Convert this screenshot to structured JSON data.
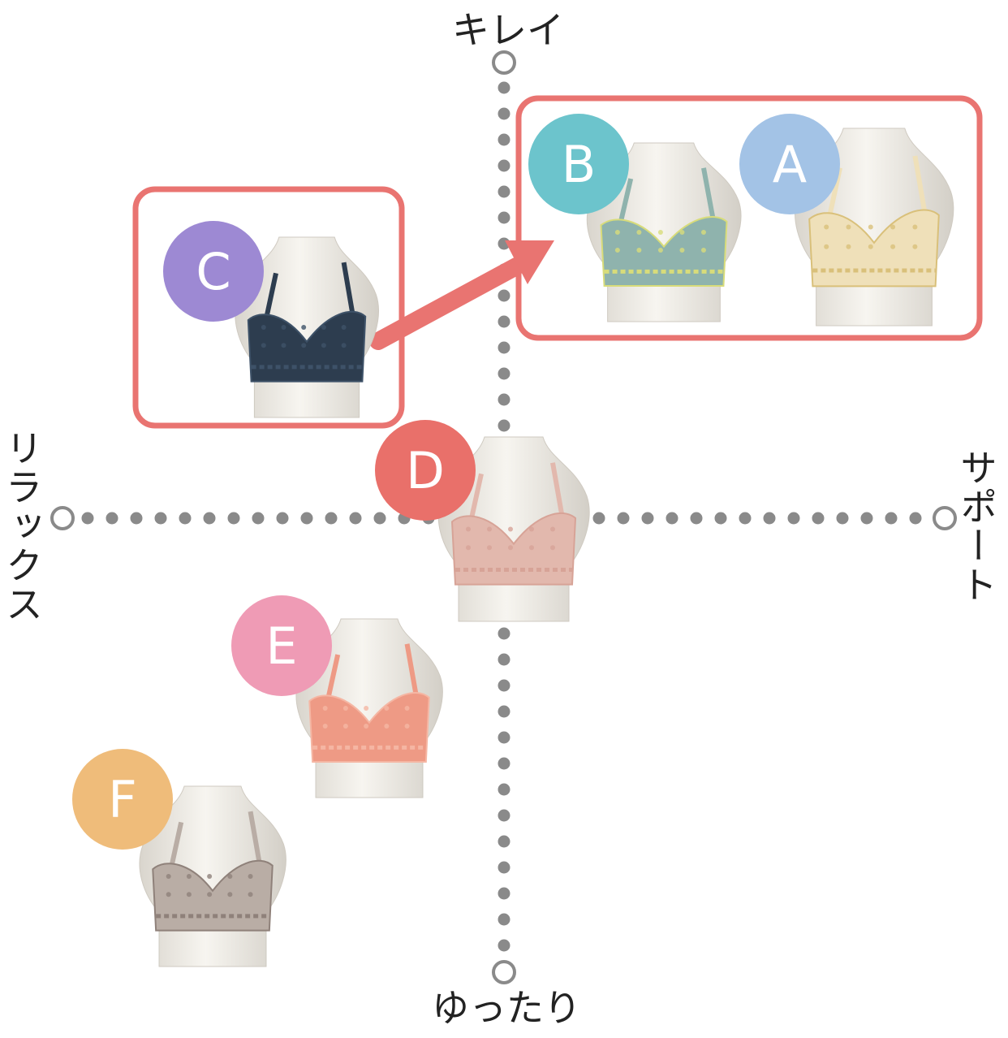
{
  "axes": {
    "top": "キレイ",
    "bottom": "ゆったり",
    "left": "リラックス",
    "right": "サポート"
  },
  "items": [
    {
      "letter": "A",
      "color": "#a3c3e6",
      "garment": "#efe0b9",
      "lace": "#d9c07a"
    },
    {
      "letter": "B",
      "color": "#6cc4cc",
      "garment": "#8fb3ad",
      "lace": "#d8dc7a"
    },
    {
      "letter": "C",
      "color": "#9d89d3",
      "garment": "#2d3d4f",
      "lace": "#3e5268"
    },
    {
      "letter": "D",
      "color": "#e9706a",
      "garment": "#e2b8ad",
      "lace": "#d7a397"
    },
    {
      "letter": "E",
      "color": "#ef9bb5",
      "garment": "#ee9a85",
      "lace": "#f5b6a3"
    },
    {
      "letter": "F",
      "color": "#efbc7a",
      "garment": "#b9ada5",
      "lace": "#8f817a"
    }
  ],
  "colors": {
    "axis": "#8a8a8a",
    "highlight": "#e97471",
    "mannequin": "#f1efe9"
  }
}
